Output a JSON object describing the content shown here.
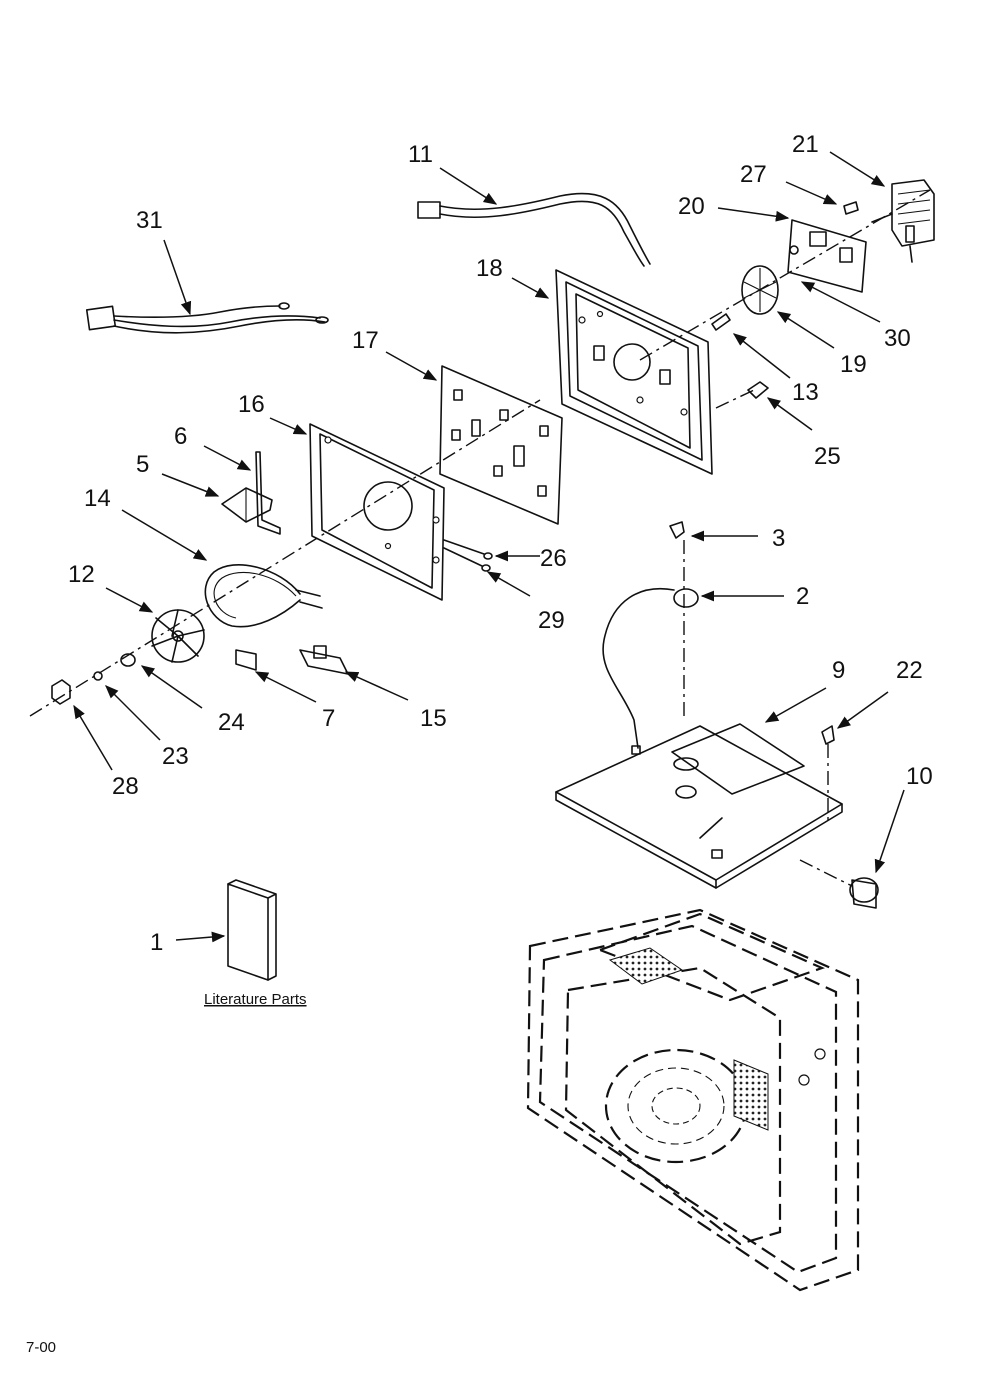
{
  "callouts": {
    "c1": "1",
    "c2": "2",
    "c3": "3",
    "c5": "5",
    "c6": "6",
    "c7": "7",
    "c9": "9",
    "c10": "10",
    "c11": "11",
    "c12": "12",
    "c13": "13",
    "c14": "14",
    "c15": "15",
    "c16": "16",
    "c17": "17",
    "c18": "18",
    "c19": "19",
    "c20": "20",
    "c21": "21",
    "c22": "22",
    "c23": "23",
    "c24": "24",
    "c25": "25",
    "c26": "26",
    "c27": "27",
    "c28": "28",
    "c29": "29",
    "c30": "30",
    "c31": "31"
  },
  "literature_label": "Literature Parts",
  "footer_code": "7-00"
}
